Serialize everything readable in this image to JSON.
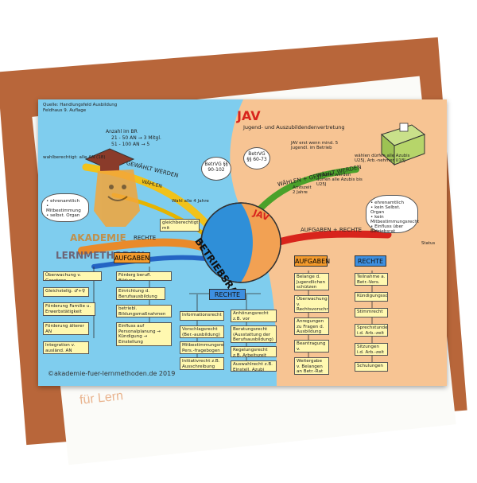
{
  "source_note": [
    "Quelle: Handlungsfeld Ausbildung",
    "Feldhaus 9. Auflage"
  ],
  "jav_title": "JAV",
  "jav_subtitle": "Jugend- und Auszubildendenvertretung",
  "center_label": "BETRIEBSRAT",
  "jav_center_label": "JAV",
  "logo": {
    "line1": "AKADEMIE",
    "line2": "LERNMETHODEN"
  },
  "copyright": "©akademie-fuer-lernmethoden.de 2019",
  "back_text": "für Lern",
  "br_branches": {
    "gewaehlt": "GEWÄHLT WERDEN",
    "waehlen": "WÄHLEN",
    "aufgaben": "AUFGABEN",
    "rechte": "RECHTE",
    "rechte_right": "RECHTE",
    "betrvg": "BetrVG §§ 90-102",
    "glz": "gleichberechtigt mit Arbeitgeber",
    "anzahl": "Anzahl im BR",
    "num1": "21 - 50 AN → 3 Mitgl.",
    "num2": "51 - 100 AN → 5",
    "wahl_alle": "Wahl alle 4 Jahre",
    "wahlberechtigt": "wahlberechtigt: alle AN (18)",
    "cloud": [
      "• ehrenamtlich",
      "• Mitbestimmung",
      "• selbst. Organ"
    ]
  },
  "br_aufgaben": [
    "Überwachung v. Gesetzen",
    "Gleichstellg. ♂+♀",
    "Förderung Familie u. Erwerbstätigkeit",
    "Förderung älterer AN",
    "Integration v. ausländ. AN",
    "Förderg berufl. Bildung",
    "Einrichtung d. Berufsausbildung",
    "betriebl. Bildungsmaßnahmen",
    "Einfluss auf Personalplanung → Kündigung → Einstellung"
  ],
  "br_rechte": [
    "Informationsrecht",
    "Vorschlagsrecht (Ber.-ausbildung)",
    "Mitbestimmungsrecht Pers.-fragebogen",
    "Initiativrecht z.B. Ausschreibung",
    "Anhörungsrecht z.B. vor Kündigung",
    "Beratungsrecht (Ausstattung der Berufsausbildung)",
    "Regelungsrecht z.B. Arbeitszeit",
    "Auswahlrecht z.B. Einstell. Azubi"
  ],
  "jav_branches": {
    "waehlen_gewaehlt": "WÄHLEN + GEWÄHLT WERDEN",
    "aufgaben_rechte": "AUFGABEN + RECHTE",
    "aufgaben": "AUFGABEN",
    "rechte": "RECHTE",
    "betrvg": "BetrVG §§ 60-73",
    "jav_note": "JAV erst wenn mind. 5 Jugendl. im Betrieb",
    "waehlen_note": "wählen dürfen alle Azubis U25J, Arb.-nehmer U18J",
    "gewaehlt_note": "gewählt werden dürfen alle Azubis bis U25J",
    "amtszeit": "Amtszeit 2 Jahre",
    "cloud": [
      "• ehrenamtlich",
      "• kein Selbst. Organ",
      "• kein Mitbestimmungsrecht",
      "• Einfluss über Betriebsrat"
    ],
    "status": "Status"
  },
  "jav_aufgaben": [
    "Belange d. Jugendlichen schützen",
    "Überwachung v. Rechtsvorschriften",
    "Anregungen zu Fragen d. Ausbildung",
    "Beantragung v. Maßnahmen",
    "Weitergabe v. Belangen an Betr.-Rat"
  ],
  "jav_rechte": [
    "Teilnahme a. Betr.-Vers.",
    "Kündigungsschutz",
    "Stimmrecht",
    "Sprechstunden i.d. Arb.-zeit",
    "Sitzungen i.d. Arb.-zeit",
    "Schulungen"
  ],
  "colors": {
    "left_bg": "#7fcdee",
    "right_bg": "#f7c493",
    "center_blue": "#2f8fd8",
    "center_orange": "#f2a153",
    "aufgaben_hdr": "#f39a2c",
    "rechte_hdr": "#3d8fe0",
    "note": "#fff8b0",
    "back_card": "#b8663a",
    "jav_red": "#d8241c"
  }
}
